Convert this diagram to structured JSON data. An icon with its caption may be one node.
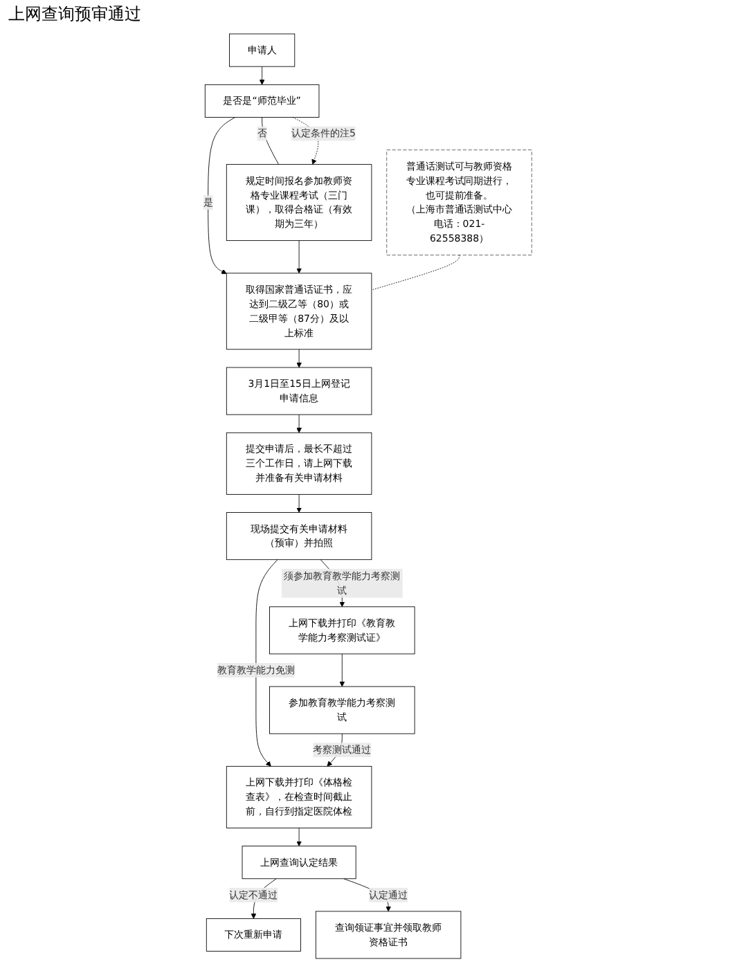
{
  "diagram": {
    "nodes": [
      {
        "text": [
          "申请人"
        ]
      },
      {
        "text": [
          "是否是“师范毕业”"
        ]
      },
      {
        "text": [
          "规定时间报名参加教师资格专业课程考试（三门课），取得合格证（有效期为三年）"
        ]
      },
      {
        "text": [
          "取得国家普通话证书，应达到二级乙等（80）或二级甲等（87分）及以上标准"
        ]
      },
      {
        "text": [
          "普通话测试可与教师资格专业课程考试同期进行，也可提前准备。",
          "（上海市普通话测试中心电话：021-62558388）"
        ]
      },
      {
        "text": [
          "3月1日至15日上网登记申请信息"
        ]
      },
      {
        "text": [
          "提交申请后，最长不超过三个工作日，请上网下载并准备有关申请材料"
        ]
      },
      {
        "text": [
          "现场提交有关申请材料（预审）并拍照"
        ]
      },
      {
        "text": [
          "上网下载并打印《教育教学能力考察测试证》"
        ]
      },
      {
        "text": [
          "上网下载并打印《体格检查表》，在检查时间截止前，自行到指定医院体检"
        ]
      },
      {
        "text": [
          "参加教育教学能力考察测试"
        ]
      },
      {
        "text": [
          "上网查询认定结果"
        ]
      },
      {
        "text": [
          "下次重新申请"
        ]
      },
      {
        "text": [
          "查询领证事宜并领取教师资格证书"
        ]
      }
    ],
    "edges": [
      {
        "from": 0,
        "to": 1,
        "arrow": "to"
      },
      {
        "from": 1,
        "to": 3,
        "label": "是",
        "arrow": "to"
      },
      {
        "from": 1,
        "to": 2,
        "label": "否",
        "arrow": "none"
      },
      {
        "from": 1,
        "to": 2,
        "label": "认定条件的注5",
        "arrow": "to",
        "style": "dashed"
      },
      {
        "from": 2,
        "to": 3,
        "arrow": "to"
      },
      {
        "from": 4,
        "to": 3,
        "arrow": "none",
        "style": "dashed"
      },
      {
        "from": 3,
        "to": 5,
        "arrow": "to"
      },
      {
        "from": 5,
        "to": 6,
        "arrow": "to"
      },
      {
        "from": 6,
        "to": 7,
        "arrow": "to"
      },
      {
        "from": 7,
        "to": 8,
        "label": "须参加教育教学能力考察测试",
        "arrow": "to"
      },
      {
        "from": 7,
        "to": 9,
        "label": "教育教学能力免测",
        "arrow": "to"
      },
      {
        "from": 8,
        "to": 10,
        "arrow": "to"
      },
      {
        "from": 10,
        "to": 9,
        "label": "考察测试通过",
        "arrow": "to"
      },
      {
        "from": 9,
        "to": 11,
        "arrow": "to"
      },
      {
        "from": 11,
        "to": 12,
        "label": "认定不通过",
        "arrow": "to"
      },
      {
        "from": 11,
        "to": 13,
        "label": "认定通过",
        "arrow": "to"
      }
    ],
    "labels": [
      "上网查询预审通过"
    ]
  }
}
